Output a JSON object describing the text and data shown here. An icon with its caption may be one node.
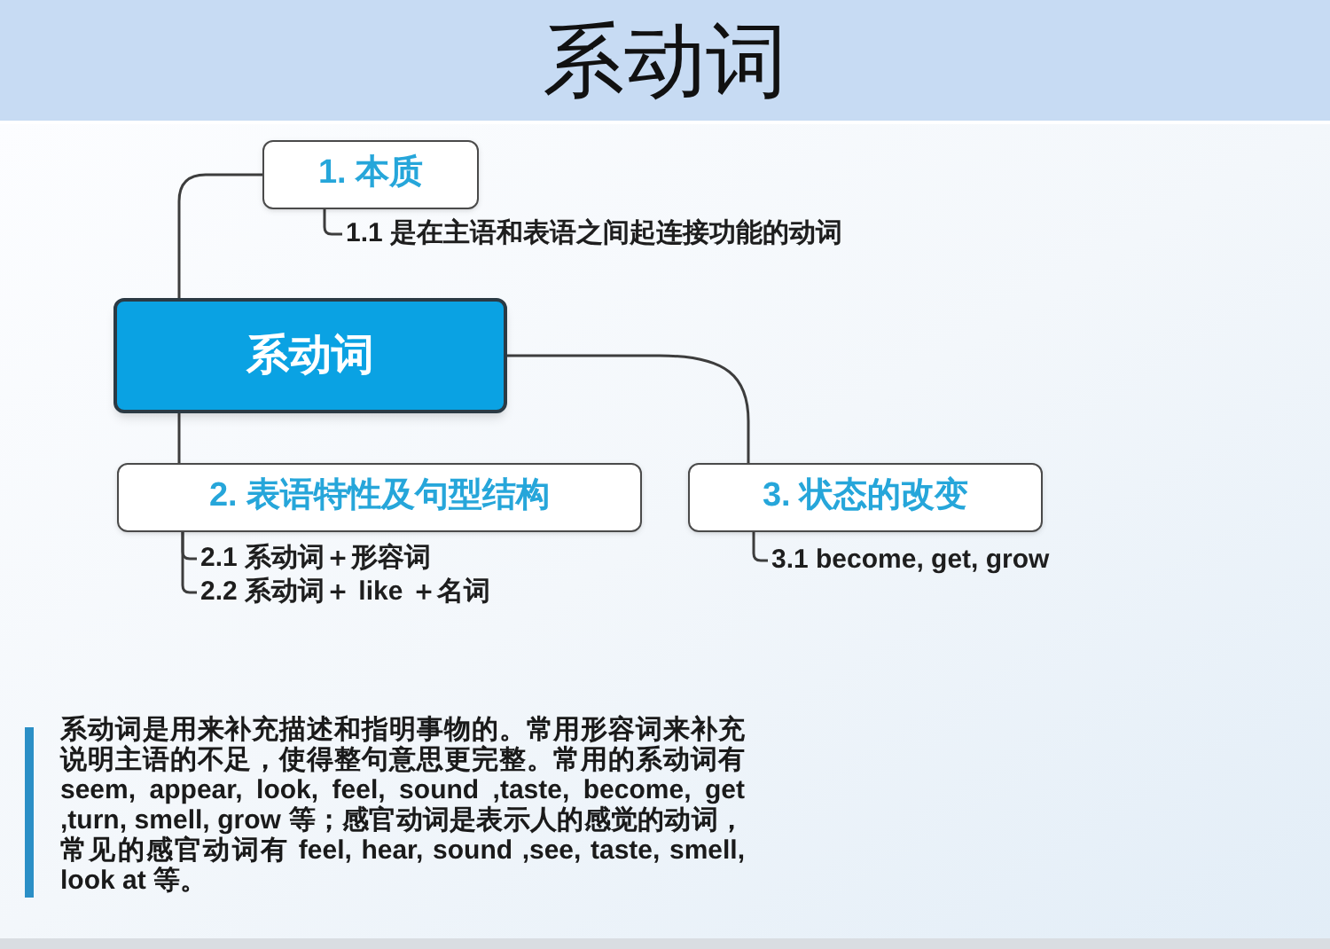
{
  "diagram": {
    "title": "系动词",
    "nodes": [
      {
        "text": [
          "1. 本质"
        ]
      },
      {
        "text": [
          "1.1 是在主语和表语之间起连接功能的动词"
        ]
      },
      {
        "text": [
          "系动词"
        ]
      },
      {
        "text": [
          "2. 表语特性及句型结构"
        ]
      },
      {
        "text": [
          "2.1 系动词＋形容词"
        ]
      },
      {
        "text": [
          "2.2 系动词＋ like ＋名词"
        ]
      },
      {
        "text": [
          "3. 状态的改变"
        ]
      },
      {
        "text": [
          "3.1 become, get, grow"
        ]
      }
    ],
    "edges": [
      {
        "from": 2,
        "to": 0,
        "arrow": "none"
      },
      {
        "from": 0,
        "to": 1,
        "arrow": "none"
      },
      {
        "from": 2,
        "to": 3,
        "arrow": "none"
      },
      {
        "from": 3,
        "to": 4,
        "arrow": "none"
      },
      {
        "from": 3,
        "to": 5,
        "arrow": "none"
      },
      {
        "from": 2,
        "to": 6,
        "arrow": "none"
      },
      {
        "from": 6,
        "to": 7,
        "arrow": "none"
      }
    ],
    "labels": [
      "系动词是用来补充描述和指明事物的。常用形容词来补充说明主语的不足，使得整句意思更完整。常用的系动词有 seem, appear, look, feel, sound ,taste, become, get ,turn, smell, grow 等；感官动词是表示人的感觉的动词，常见的感官动词有 feel, hear, sound ,see, taste, smell, look at 等。"
    ]
  }
}
